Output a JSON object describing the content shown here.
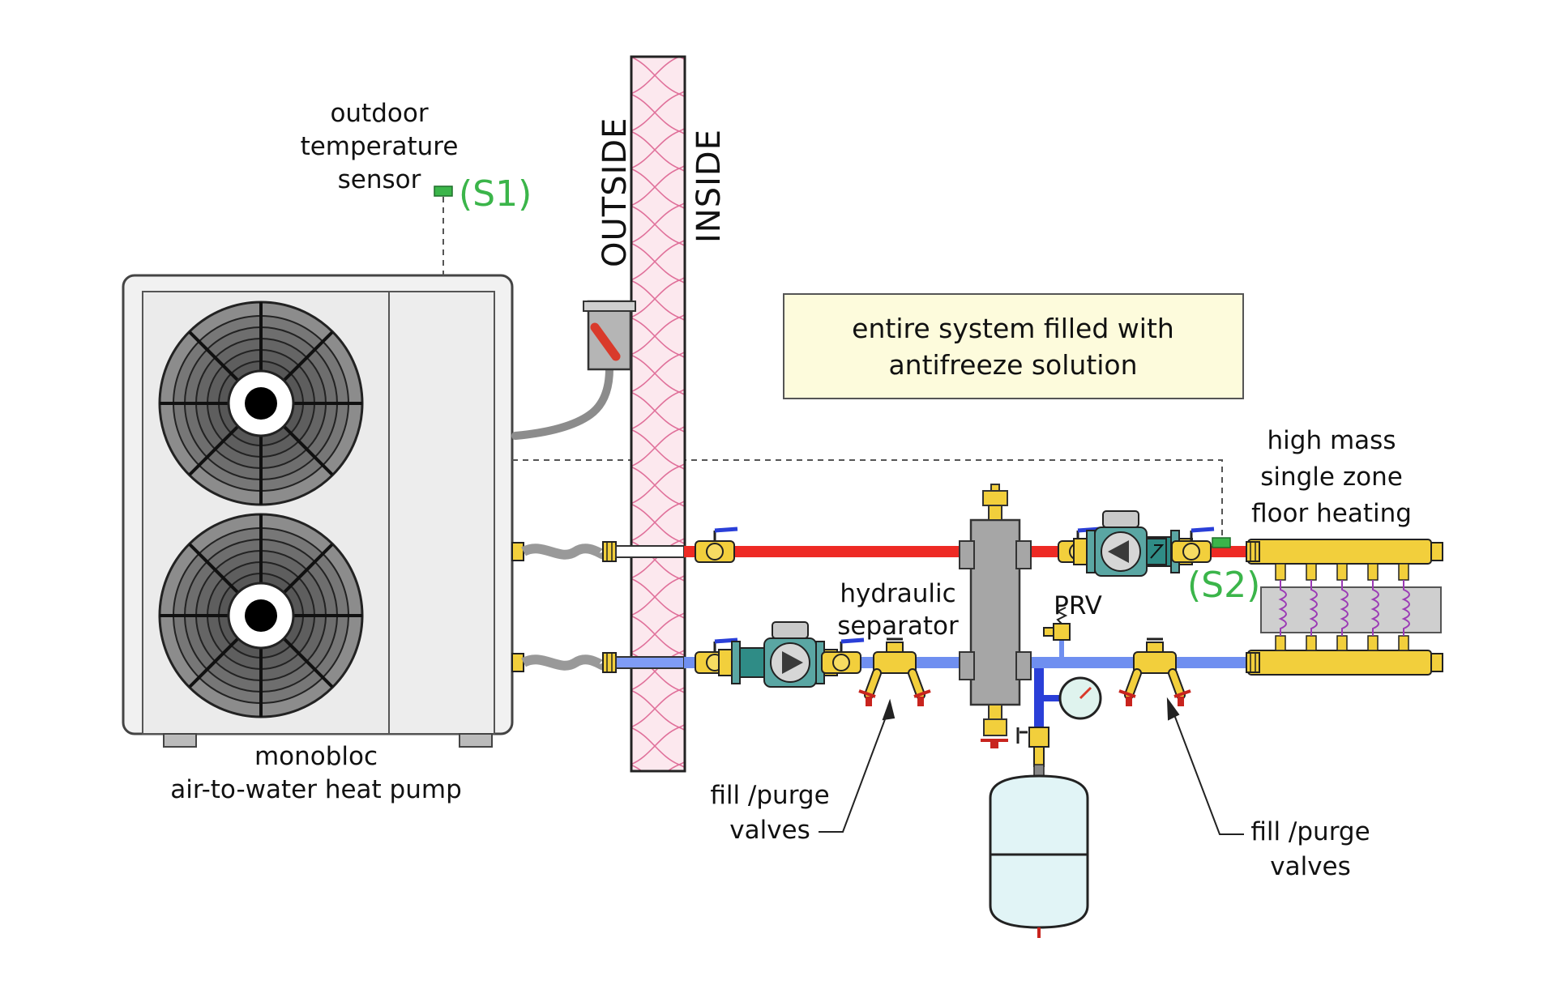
{
  "labels": {
    "outdoor_sensor": [
      "outdoor",
      "temperature",
      "sensor"
    ],
    "sensor_s1": "(S1)",
    "sensor_s2": "(S2)",
    "outside": "OUTSIDE",
    "inside": "INSIDE",
    "note": [
      "entire system filled with",
      "antifreeze solution"
    ],
    "heat_pump": [
      "monobloc",
      "air-to-water heat pump"
    ],
    "hydraulic_separator": [
      "hydraulic",
      "separator"
    ],
    "prv": "PRV",
    "floor_heating": [
      "high mass",
      "single zone",
      "floor heating"
    ],
    "fill_purge_left": [
      "fill /purge",
      "valves"
    ],
    "fill_purge_right": [
      "fill /purge",
      "valves"
    ]
  },
  "colors": {
    "supply_pipe": "#ee2a24",
    "return_pipe": "#6f8ff0",
    "brass": "#f2cf3c",
    "sensor_green": "#3bb54a",
    "note_box": "#fdfbdc",
    "tank": "#e1f4f6",
    "pump_body": "#2f8c86",
    "insulation": "#fce8ee"
  },
  "icons": {
    "heat_pump": "heat-pump-icon",
    "circulator": "circulator-pump-icon",
    "separator": "hydraulic-separator-icon",
    "expansion_tank": "expansion-tank-icon",
    "pressure_gauge": "pressure-gauge-icon",
    "disconnect": "disconnect-switch-icon",
    "manifold": "manifold-icon"
  }
}
